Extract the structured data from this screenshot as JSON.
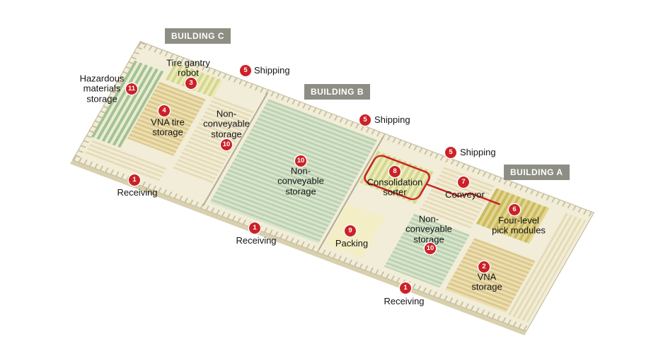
{
  "diagram": {
    "type": "warehouse-layout-isometric"
  },
  "buildings": [
    {
      "label": "BUILDING C"
    },
    {
      "label": "BUILDING B"
    },
    {
      "label": "BUILDING A"
    }
  ],
  "callouts": [
    {
      "num": "11",
      "label": "Hazardous\nmaterials\nstorage"
    },
    {
      "num": "3",
      "label": "Tire gantry\nrobot"
    },
    {
      "num": "5",
      "label": "Shipping"
    },
    {
      "num": "4",
      "label": "VNA tire\nstorage"
    },
    {
      "num": "10",
      "label": "Non-\nconveyable\nstorage"
    },
    {
      "num": "1",
      "label": "Receiving"
    },
    {
      "num": "5",
      "label": "Shipping"
    },
    {
      "num": "10",
      "label": "Non-\nconveyable\nstorage"
    },
    {
      "num": "1",
      "label": "Receiving"
    },
    {
      "num": "5",
      "label": "Shipping"
    },
    {
      "num": "8",
      "label": "Consolidation\nsorter"
    },
    {
      "num": "7",
      "label": "Conveyor"
    },
    {
      "num": "6",
      "label": "Four-level\npick modules"
    },
    {
      "num": "9",
      "label": "Packing"
    },
    {
      "num": "10",
      "label": "Non-\nconveyable\nstorage"
    },
    {
      "num": "2",
      "label": "VNA\nstorage"
    },
    {
      "num": "1",
      "label": "Receiving"
    }
  ],
  "colors": {
    "marker_red": "#cc2127",
    "building_label_bg": "#8e8e85",
    "floor_beige": "#f2edd8",
    "rack_green": "#bdd2b0",
    "rack_tan": "#dcc98c",
    "rack_khaki": "#cdbb60",
    "conveyor_red": "#cc2127"
  }
}
